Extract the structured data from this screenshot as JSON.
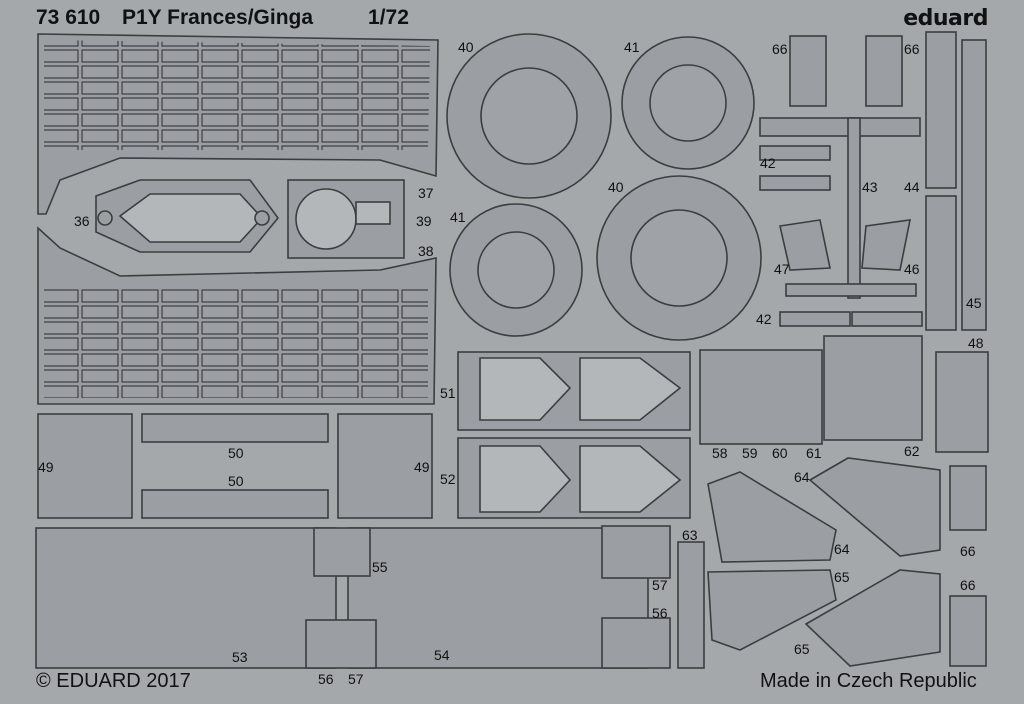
{
  "header": {
    "catalog": "73 610",
    "title": "P1Y Frances/Ginga",
    "scale": "1/72",
    "brand": "eduard"
  },
  "footer": {
    "copyright": "© EDUARD 2017",
    "origin": "Made in Czech Republic"
  },
  "part_numbers": [
    "36",
    "37",
    "38",
    "39",
    "40",
    "41",
    "40",
    "41",
    "42",
    "42",
    "43",
    "44",
    "45",
    "46",
    "47",
    "48",
    "49",
    "49",
    "50",
    "50",
    "51",
    "52",
    "53",
    "54",
    "55",
    "56",
    "57",
    "56",
    "57",
    "58",
    "59",
    "60",
    "61",
    "62",
    "63",
    "64",
    "64",
    "65",
    "65",
    "66",
    "66",
    "66",
    "66"
  ],
  "colors": {
    "fret": "#a5a8ab",
    "part": "#9b9ea2",
    "outline": "#3b3e41",
    "highlight": "#d2d4d6"
  }
}
